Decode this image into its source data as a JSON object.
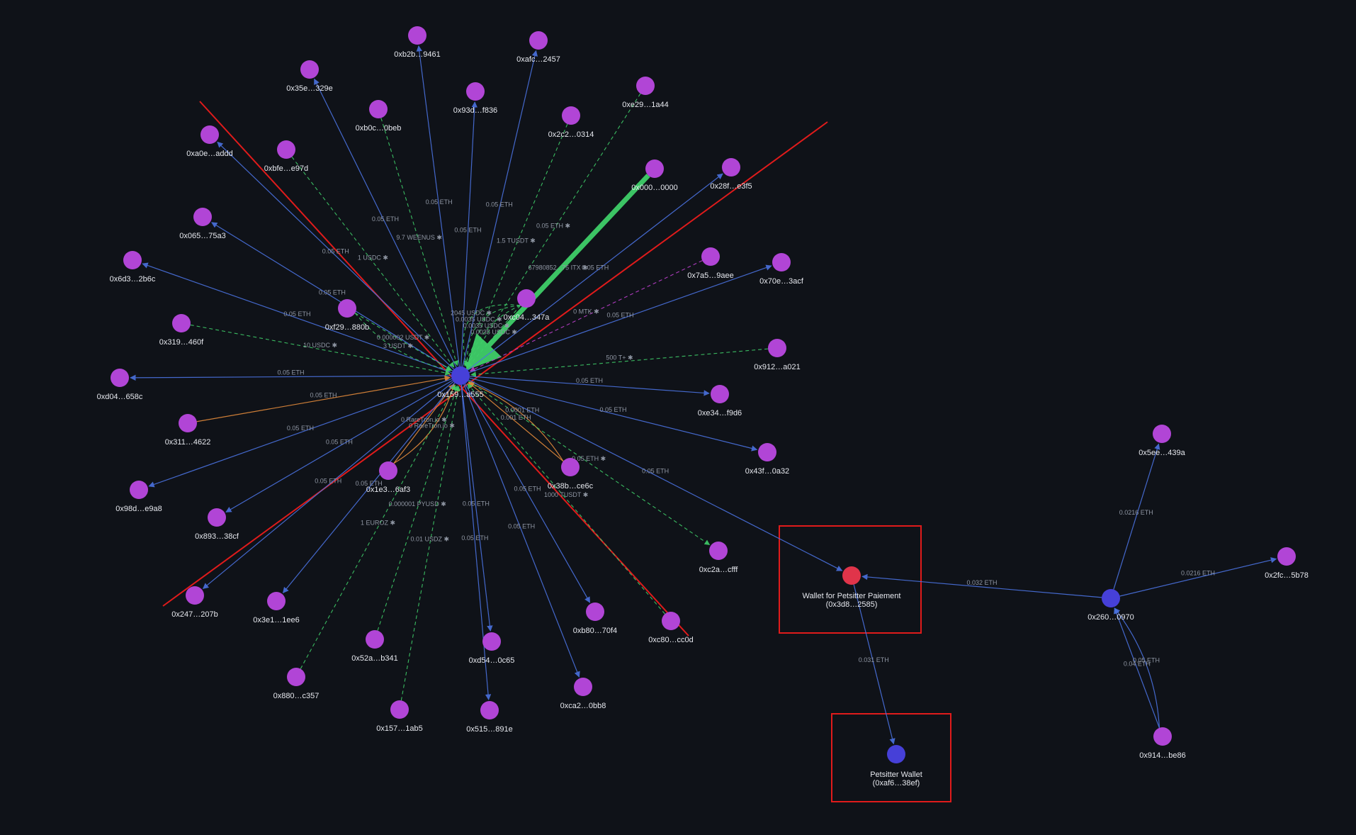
{
  "colors": {
    "background": "#0f1218",
    "node_default": "#b145d6",
    "node_hub": "#4640d8",
    "node_highlight": "#e0344a",
    "edge_blue": "#4a72e0",
    "edge_green": "#3fce69",
    "edge_orange": "#e38a3b",
    "edge_magenta": "#c040d0",
    "edge_red": "#e01b1b",
    "box_border": "#e01b1b",
    "label_text": "#e6e8ee",
    "edge_label_text": "#8f96a3"
  },
  "nodes": [
    {
      "id": "hub",
      "label": "0x159…a555",
      "type": "hub"
    },
    {
      "id": "n_b2b",
      "label": "0xb2b…9461",
      "type": "wallet"
    },
    {
      "id": "n_afc",
      "label": "0xafc…2457",
      "type": "wallet"
    },
    {
      "id": "n_35e",
      "label": "0x35e…329e",
      "type": "wallet"
    },
    {
      "id": "n_93d",
      "label": "0x93d…f836",
      "type": "wallet"
    },
    {
      "id": "n_e29",
      "label": "0xe29…1a44",
      "type": "wallet"
    },
    {
      "id": "n_b0c",
      "label": "0xb0c…0beb",
      "type": "wallet"
    },
    {
      "id": "n_2c2",
      "label": "0x2c2…0314",
      "type": "wallet"
    },
    {
      "id": "n_a0e",
      "label": "0xa0e…addd",
      "type": "wallet"
    },
    {
      "id": "n_bfe",
      "label": "0xbfe…e97d",
      "type": "wallet"
    },
    {
      "id": "n_000",
      "label": "0x000…0000",
      "type": "wallet"
    },
    {
      "id": "n_28f",
      "label": "0x28f…e3f5",
      "type": "wallet"
    },
    {
      "id": "n_065",
      "label": "0x065…75a3",
      "type": "wallet"
    },
    {
      "id": "n_6d3",
      "label": "0x6d3…2b6c",
      "type": "wallet"
    },
    {
      "id": "n_7a5",
      "label": "0x7a5…9aee",
      "type": "wallet"
    },
    {
      "id": "n_70e",
      "label": "0x70e…3acf",
      "type": "wallet"
    },
    {
      "id": "n_f29",
      "label": "0xf29…880b",
      "type": "wallet"
    },
    {
      "id": "n_c04",
      "label": "0xc04…347a",
      "type": "wallet"
    },
    {
      "id": "n_319",
      "label": "0x319…460f",
      "type": "wallet"
    },
    {
      "id": "n_912",
      "label": "0x912…a021",
      "type": "wallet"
    },
    {
      "id": "n_d04",
      "label": "0xd04…658c",
      "type": "wallet"
    },
    {
      "id": "n_e34",
      "label": "0xe34…f9d6",
      "type": "wallet"
    },
    {
      "id": "n_311",
      "label": "0x311…4622",
      "type": "wallet"
    },
    {
      "id": "n_43f",
      "label": "0x43f…0a32",
      "type": "wallet"
    },
    {
      "id": "n_98d",
      "label": "0x98d…e9a8",
      "type": "wallet"
    },
    {
      "id": "n_1e3",
      "label": "0x1e3…6af3",
      "type": "wallet"
    },
    {
      "id": "n_38b",
      "label": "0x38b…ce6c",
      "type": "wallet"
    },
    {
      "id": "n_893",
      "label": "0x893…38cf",
      "type": "wallet"
    },
    {
      "id": "n_c2a",
      "label": "0xc2a…cfff",
      "type": "wallet"
    },
    {
      "id": "n_247",
      "label": "0x247…207b",
      "type": "wallet"
    },
    {
      "id": "n_3e1",
      "label": "0x3e1…1ee6",
      "type": "wallet"
    },
    {
      "id": "n_52a",
      "label": "0x52a…b341",
      "type": "wallet"
    },
    {
      "id": "n_d54",
      "label": "0xd54…0c65",
      "type": "wallet"
    },
    {
      "id": "n_b80",
      "label": "0xb80…70f4",
      "type": "wallet"
    },
    {
      "id": "n_c80",
      "label": "0xc80…cc0d",
      "type": "wallet"
    },
    {
      "id": "n_880",
      "label": "0x880…c357",
      "type": "wallet"
    },
    {
      "id": "n_157",
      "label": "0x157…1ab5",
      "type": "wallet"
    },
    {
      "id": "n_515",
      "label": "0x515…891e",
      "type": "wallet"
    },
    {
      "id": "n_ca2",
      "label": "0xca2…0bb8",
      "type": "wallet"
    },
    {
      "id": "n_3d8",
      "label": "Wallet for Petsitter Paiement",
      "sublabel": "(0x3d8…2585)",
      "type": "highlight"
    },
    {
      "id": "n_af6",
      "label": "Petsitter Wallet",
      "sublabel": "(0xaf6…38ef)",
      "type": "hub2"
    },
    {
      "id": "n_260",
      "label": "0x260…0970",
      "type": "hub2"
    },
    {
      "id": "n_5ee",
      "label": "0x5ee…439a",
      "type": "wallet"
    },
    {
      "id": "n_2fc",
      "label": "0x2fc…5b78",
      "type": "wallet"
    },
    {
      "id": "n_914",
      "label": "0x914…be86",
      "type": "wallet"
    }
  ],
  "edges": [
    {
      "from": "hub",
      "to": "n_b2b",
      "label": "0.05 ETH",
      "style": "blue"
    },
    {
      "from": "hub",
      "to": "n_35e",
      "label": "0.05 ETH",
      "style": "blue"
    },
    {
      "from": "hub",
      "to": "n_afc",
      "label": "0.05 ETH",
      "style": "blue"
    },
    {
      "from": "hub",
      "to": "n_93d",
      "label": "0.05 ETH",
      "style": "blue"
    },
    {
      "from": "n_e29",
      "to": "hub",
      "label": "0.05 ETH ✱",
      "style": "green-dashed"
    },
    {
      "from": "n_b0c",
      "to": "hub",
      "label": "9.7 WEENUS ✱",
      "style": "green-dashed"
    },
    {
      "from": "n_2c2",
      "to": "hub",
      "label": "1.5 TUSDT ✱",
      "style": "green-dashed"
    },
    {
      "from": "hub",
      "to": "n_a0e",
      "label": "0.05 ETH",
      "style": "blue"
    },
    {
      "from": "n_bfe",
      "to": "hub",
      "label": "1 USDC ✱",
      "style": "green-dashed"
    },
    {
      "from": "n_000",
      "to": "hub",
      "label": "67980852...75 ITX ✱",
      "style": "green-thick"
    },
    {
      "from": "hub",
      "to": "n_28f",
      "label": "0.05 ETH",
      "style": "blue"
    },
    {
      "from": "hub",
      "to": "n_065",
      "label": "0.05 ETH",
      "style": "blue"
    },
    {
      "from": "hub",
      "to": "n_6d3",
      "label": "0.05 ETH",
      "style": "blue"
    },
    {
      "from": "n_7a5",
      "to": "hub",
      "label": "0 MTK ✱",
      "style": "magenta-dashed"
    },
    {
      "from": "hub",
      "to": "n_70e",
      "label": "0.05 ETH",
      "style": "blue"
    },
    {
      "from": "n_f29",
      "to": "hub",
      "label": "0.000002 USDT ✱",
      "style": "green-dashed"
    },
    {
      "from": "n_f29",
      "to": "hub",
      "label": "3 USDT ✱",
      "style": "green-dashed"
    },
    {
      "from": "n_c04",
      "to": "hub",
      "label": "0.0035 USDC ✱",
      "style": "green-dashed"
    },
    {
      "from": "n_c04",
      "to": "hub",
      "label": "0.0035 USDC ✱",
      "style": "green-dashed"
    },
    {
      "from": "n_c04",
      "to": "hub",
      "label": "0.0035 USDC ✱",
      "style": "green-dashed"
    },
    {
      "from": "n_c04",
      "to": "hub",
      "label": "2045 USDC ✱",
      "style": "green-dashed"
    },
    {
      "from": "n_319",
      "to": "hub",
      "label": "10 USDC ✱",
      "style": "green-dashed"
    },
    {
      "from": "n_912",
      "to": "hub",
      "label": "500 T+ ✱",
      "style": "green-dashed"
    },
    {
      "from": "hub",
      "to": "n_d04",
      "label": "0.05 ETH",
      "style": "blue"
    },
    {
      "from": "hub",
      "to": "n_e34",
      "label": "0.05 ETH",
      "style": "blue"
    },
    {
      "from": "n_311",
      "to": "hub",
      "label": "0.05 ETH",
      "style": "orange"
    },
    {
      "from": "hub",
      "to": "n_43f",
      "label": "0.05 ETH",
      "style": "blue"
    },
    {
      "from": "hub",
      "to": "n_98d",
      "label": "0.05 ETH",
      "style": "blue"
    },
    {
      "from": "n_1e3",
      "to": "hub",
      "label": "0 RareTron.io ✱",
      "style": "orange"
    },
    {
      "from": "n_1e3",
      "to": "hub",
      "label": "0 RareTron.io ✱",
      "style": "orange"
    },
    {
      "from": "n_38b",
      "to": "hub",
      "label": "0.001 ETH",
      "style": "orange"
    },
    {
      "from": "n_38b",
      "to": "hub",
      "label": "0.0001 ETH",
      "style": "orange"
    },
    {
      "from": "hub",
      "to": "n_893",
      "label": "0.05 ETH",
      "style": "blue"
    },
    {
      "from": "hub",
      "to": "n_c2a",
      "label": "0.05 ETH ✱",
      "style": "green-dashed"
    },
    {
      "from": "hub",
      "to": "n_247",
      "label": "0.05 ETH",
      "style": "blue"
    },
    {
      "from": "hub",
      "to": "n_3e1",
      "label": "0.05 ETH",
      "style": "blue"
    },
    {
      "from": "n_52a",
      "to": "hub",
      "label": "0.000001 PYUSD ✱",
      "style": "green-dashed"
    },
    {
      "from": "hub",
      "to": "n_d54",
      "label": "0.05 ETH",
      "style": "blue"
    },
    {
      "from": "hub",
      "to": "n_b80",
      "label": "0.05 ETH",
      "style": "blue"
    },
    {
      "from": "n_c80",
      "to": "hub",
      "label": "1000 TUSDT ✱",
      "style": "green-dashed"
    },
    {
      "from": "n_880",
      "to": "hub",
      "label": "1 EUROZ ✱",
      "style": "green-dashed"
    },
    {
      "from": "n_157",
      "to": "hub",
      "label": "0.01 USDZ ✱",
      "style": "green-dashed"
    },
    {
      "from": "hub",
      "to": "n_515",
      "label": "0.05 ETH",
      "style": "blue"
    },
    {
      "from": "hub",
      "to": "n_ca2",
      "label": "0.05 ETH",
      "style": "blue"
    },
    {
      "from": "hub",
      "to": "n_3d8",
      "label": "0.05 ETH",
      "style": "blue"
    },
    {
      "from": "n_260",
      "to": "n_3d8",
      "label": "0.032 ETH",
      "style": "blue"
    },
    {
      "from": "n_3d8",
      "to": "n_af6",
      "label": "0.031 ETH",
      "style": "blue"
    },
    {
      "from": "n_260",
      "to": "n_5ee",
      "label": "0.0216 ETH",
      "style": "blue"
    },
    {
      "from": "n_260",
      "to": "n_2fc",
      "label": "0.0216 ETH",
      "style": "blue"
    },
    {
      "from": "n_914",
      "to": "n_260",
      "label": "0.04 ETH",
      "style": "blue"
    },
    {
      "from": "n_914",
      "to": "n_260",
      "label": "0.05 ETH",
      "style": "blue"
    }
  ]
}
